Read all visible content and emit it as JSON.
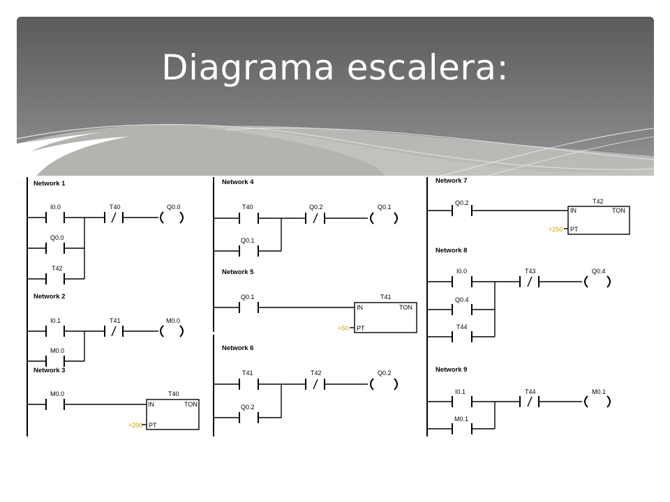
{
  "slide": {
    "title": "Diagrama escalera:"
  },
  "networks": [
    {
      "label": "Network 1",
      "contacts": [
        "I0.0",
        "Q0.0",
        "T42"
      ],
      "nc_contact": "T40",
      "coil": "Q0.0"
    },
    {
      "label": "Network 2",
      "contacts": [
        "I0.1",
        "M0.0"
      ],
      "nc_contact": "T41",
      "coil": "M0.0"
    },
    {
      "label": "Network 3",
      "contacts": [
        "M0.0"
      ],
      "timer": {
        "name": "T40",
        "in": "IN",
        "type": "TON",
        "pt": "PT",
        "preset": "+200"
      }
    },
    {
      "label": "Network 4",
      "contacts": [
        "T40",
        "Q0.1"
      ],
      "nc_contact": "Q0.2",
      "coil": "Q0.1"
    },
    {
      "label": "Network 5",
      "contacts": [
        "Q0.1"
      ],
      "timer": {
        "name": "T41",
        "in": "IN",
        "type": "TON",
        "pt": "PT",
        "preset": "+50"
      }
    },
    {
      "label": "Network 6",
      "contacts": [
        "T41",
        "Q0.2"
      ],
      "nc_contact": "T42",
      "coil": "Q0.2"
    },
    {
      "label": "Network 7",
      "contacts": [
        "Q0.2"
      ],
      "timer": {
        "name": "T42",
        "in": "IN",
        "type": "TON",
        "pt": "PT",
        "preset": "+250"
      }
    },
    {
      "label": "Network 8",
      "contacts": [
        "I0.0",
        "Q0.4",
        "T44"
      ],
      "nc_contact": "T43",
      "coil": "Q0.4"
    },
    {
      "label": "Network 9",
      "contacts": [
        "I0.1",
        "M0.1"
      ],
      "nc_contact": "T44",
      "coil": "M0.1"
    }
  ]
}
